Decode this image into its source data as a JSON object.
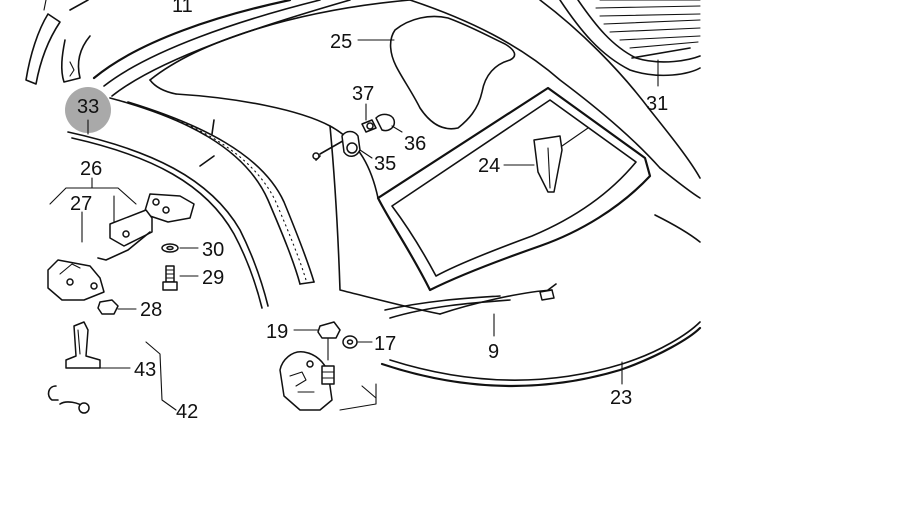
{
  "labels": {
    "p11": "11",
    "p25": "25",
    "p37": "37",
    "p36": "36",
    "p35": "35",
    "p33": "33",
    "p31": "31",
    "p26": "26",
    "p27": "27",
    "p24": "24",
    "p30": "30",
    "p29": "29",
    "p28": "28",
    "p19": "19",
    "p17": "17",
    "p9": "9",
    "p43": "43",
    "p42": "42",
    "p23": "23"
  },
  "highlight": {
    "label": "33",
    "color": "#a9a9a9"
  },
  "colors": {
    "ink": "#111111",
    "background": "#ffffff"
  }
}
